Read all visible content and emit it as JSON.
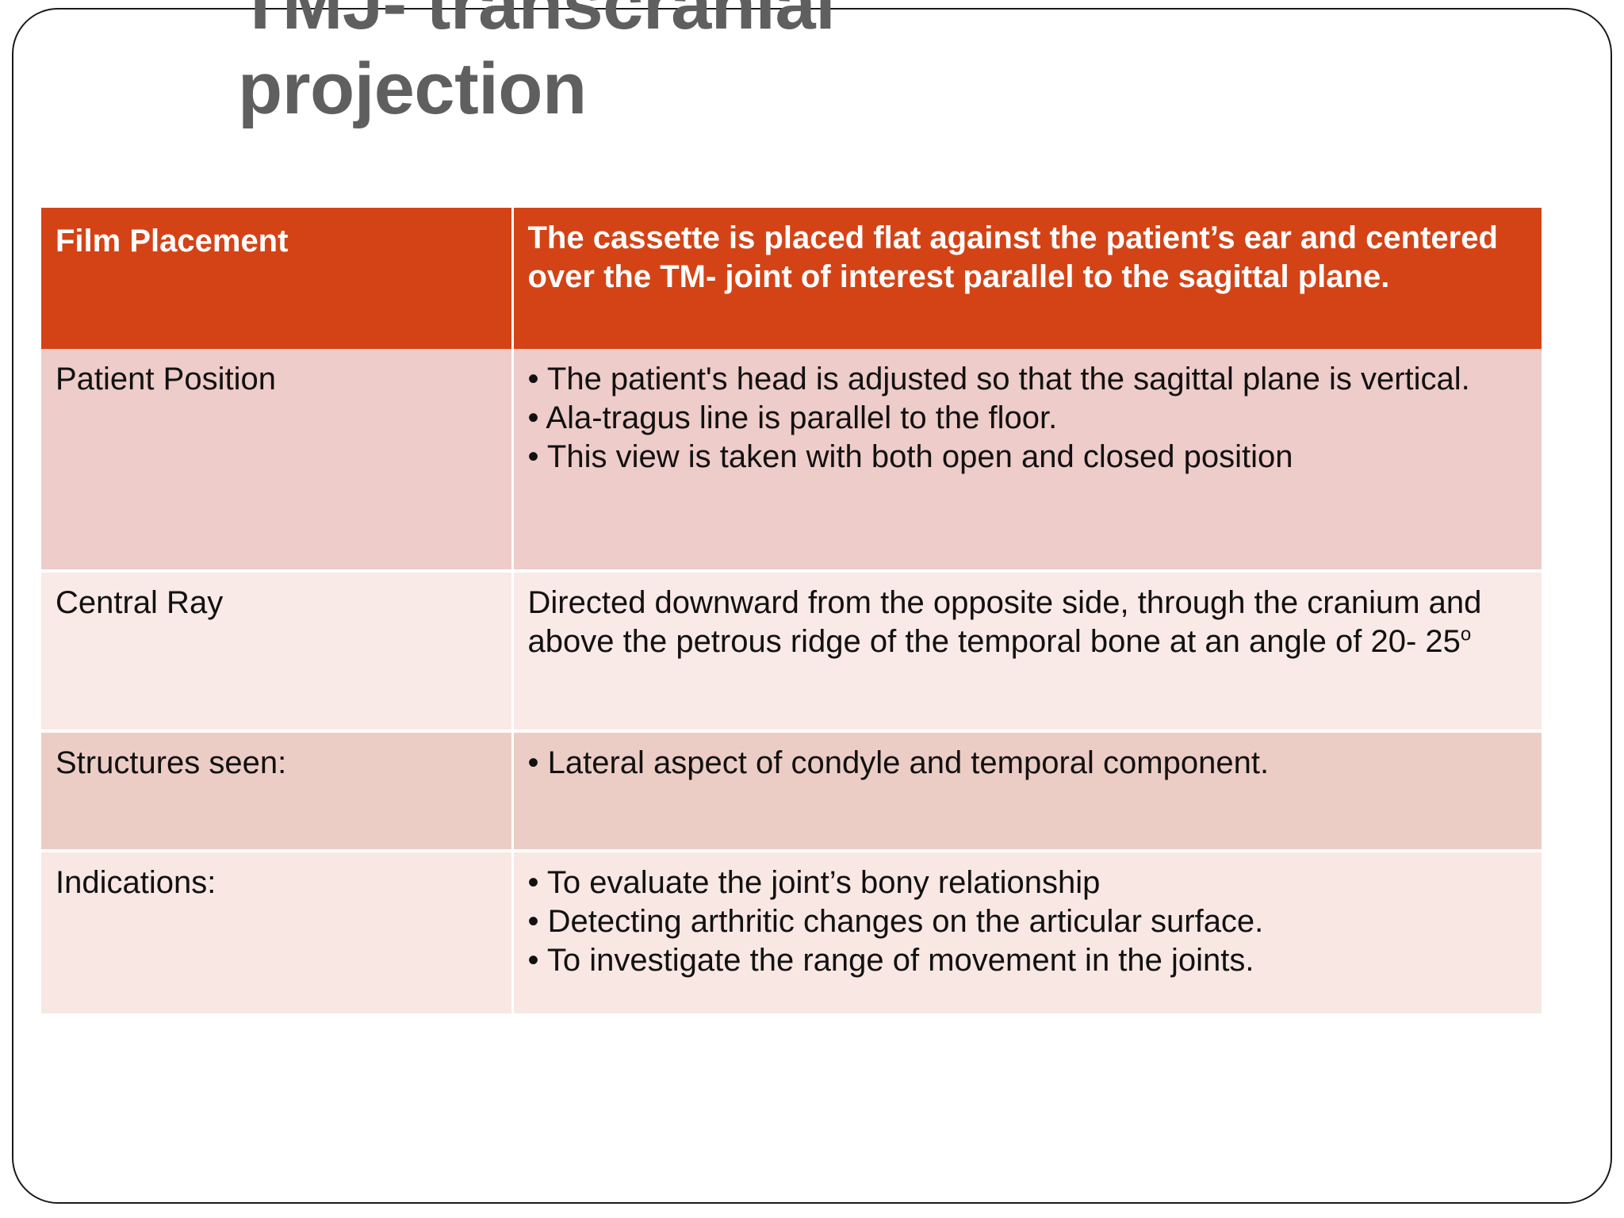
{
  "slide": {
    "title": "TMJ- transcranial\nprojection",
    "title_color": "#5f5f5f",
    "background": "#ffffff",
    "border_color": "#1a1a1a"
  },
  "table": {
    "header_bg": "#d44316",
    "header_text_color": "#ffffff",
    "row_colors": [
      "#eeccc9",
      "#f9e9e7",
      "#eccdc5",
      "#f8e7e3"
    ],
    "rows": [
      {
        "label": "Film Placement",
        "body": "The cassette is placed flat against the patient’s  ear and centered over the TM- joint of interest parallel to the sagittal  plane.",
        "is_header": true
      },
      {
        "label": "Patient Position",
        "body": "•  The patient's head is adjusted so that the sagittal plane is vertical.\n• Ala-tragus line is parallel to the floor.\n• This view is taken with both open and closed  position",
        "is_header": false
      },
      {
        "label": "Central Ray",
        "body_prefix": "Directed downward from the opposite side, through the cranium and above the petrous ridge of the temporal bone at an angle of 20- 25",
        "body_suffix": "o",
        "is_header": false
      },
      {
        "label": "Structures seen:",
        "body": "•  Lateral aspect of condyle and temporal component.",
        "is_header": false
      },
      {
        "label": "Indications:",
        "body": "• To evaluate the joint’s bony relationship\n• Detecting arthritic changes on the articular surface.\n• To investigate the range of movement in the joints.",
        "is_header": false
      }
    ]
  }
}
